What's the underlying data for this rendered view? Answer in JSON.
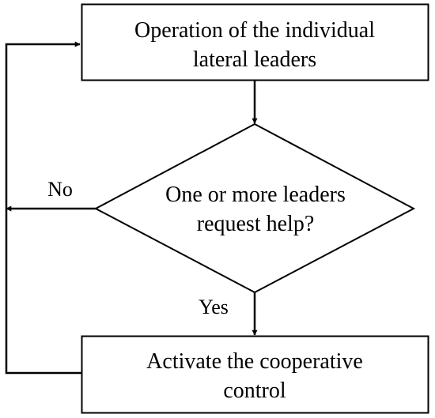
{
  "nodes": {
    "operation": {
      "line1": "Operation of the individual",
      "line2": "lateral leaders"
    },
    "decision": {
      "line1": "One or more leaders",
      "line2": "request help?"
    },
    "activate": {
      "line1": "Activate the cooperative",
      "line2": "control"
    }
  },
  "edges": {
    "no_label": "No",
    "yes_label": "Yes"
  },
  "colors": {
    "stroke": "#000000",
    "fill": "#ffffff",
    "text": "#000000"
  }
}
